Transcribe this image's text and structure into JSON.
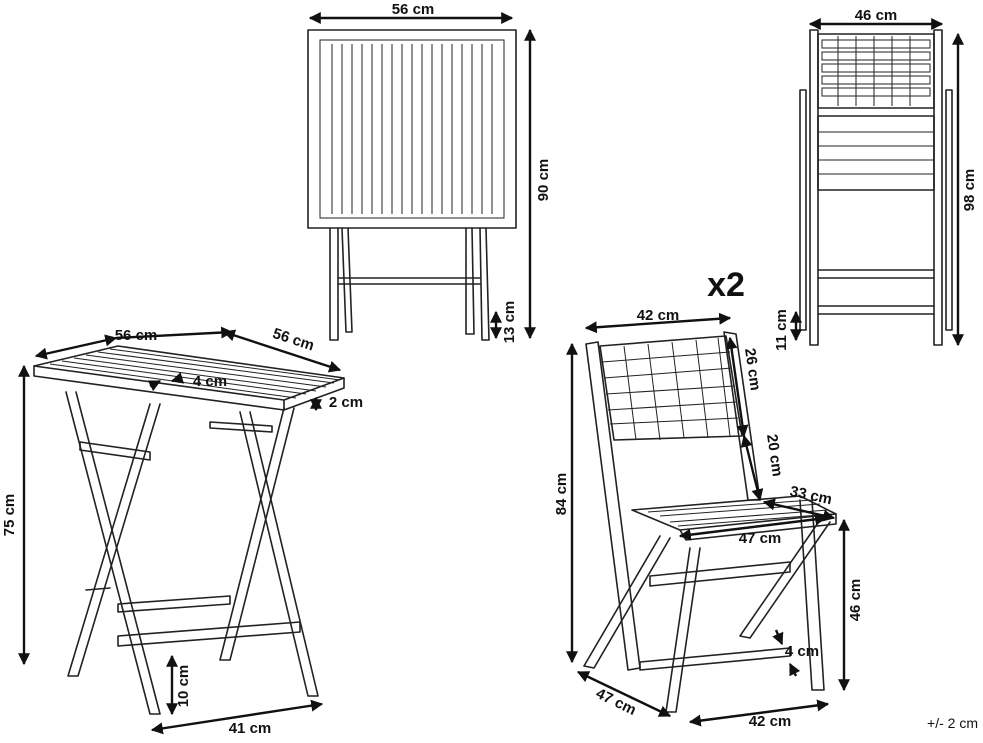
{
  "folded_table": {
    "width": "56 cm",
    "height": "90 cm",
    "foot": "13 cm"
  },
  "folded_chair": {
    "width": "46 cm",
    "height": "98 cm",
    "foot": "11 cm"
  },
  "table": {
    "width": "56 cm",
    "depth": "56 cm",
    "slat_gap": "4 cm",
    "top_thickness": "2 cm",
    "height": "75 cm",
    "bar_height": "10 cm",
    "base_width": "41 cm"
  },
  "chair": {
    "quantity": "x2",
    "back_width": "42 cm",
    "back_height": "26 cm",
    "back_to_seat": "20 cm",
    "seat_depth": "33 cm",
    "seat_width": "47 cm",
    "total_height": "84 cm",
    "seat_height": "46 cm",
    "bar_height": "4 cm",
    "base_depth": "47 cm",
    "base_width": "42 cm"
  },
  "tolerance": "+/- 2 cm"
}
